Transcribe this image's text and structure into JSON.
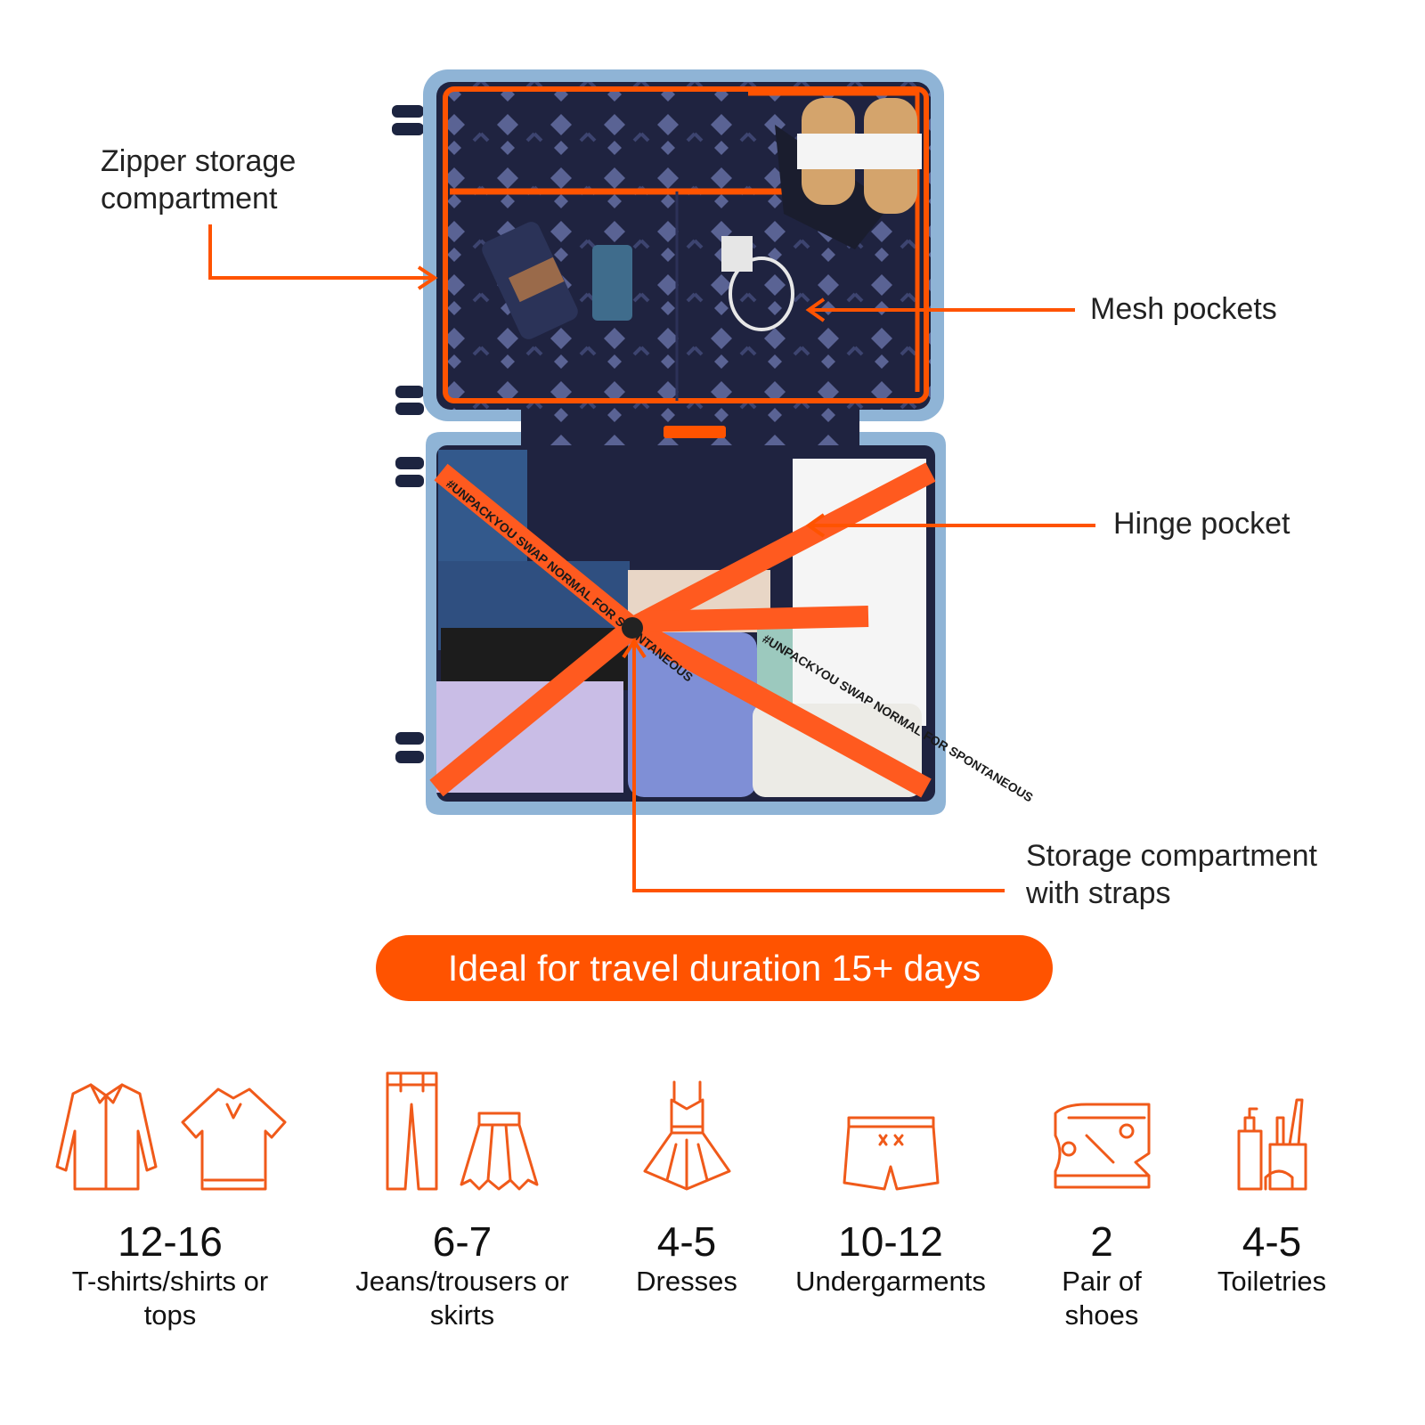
{
  "colors": {
    "accent": "#ff5300",
    "shell": "#8fb4d6",
    "lining": "#1f2340",
    "text": "#111111"
  },
  "callouts": {
    "zipper": {
      "line1": "Zipper storage",
      "line2": "compartment"
    },
    "mesh": "Mesh pockets",
    "hinge": "Hinge pocket",
    "straps": {
      "line1": "Storage compartment",
      "line2": "with straps"
    }
  },
  "straps_text": "#UNPACKYOU SWAP NORMAL FOR SPONTANEOUS",
  "banner": "Ideal for travel duration 15+ days",
  "capacity": [
    {
      "count": "12-16",
      "label1": "T-shirts/shirts or",
      "label2": "tops",
      "icons": [
        "shirt-icon",
        "polo-tshirt-icon"
      ]
    },
    {
      "count": "6-7",
      "label1": "Jeans/trousers or",
      "label2": "skirts",
      "icons": [
        "trousers-icon",
        "skirt-icon"
      ]
    },
    {
      "count": "4-5",
      "label1": "Dresses",
      "label2": "",
      "icons": [
        "dress-icon"
      ]
    },
    {
      "count": "10-12",
      "label1": "Undergarments",
      "label2": "",
      "icons": [
        "shorts-icon"
      ]
    },
    {
      "count": "2",
      "label1": "Pair of",
      "label2": "shoes",
      "icons": [
        "sneaker-icon"
      ]
    },
    {
      "count": "4-5",
      "label1": "Toiletries",
      "label2": "",
      "icons": [
        "toiletries-icon"
      ]
    }
  ]
}
